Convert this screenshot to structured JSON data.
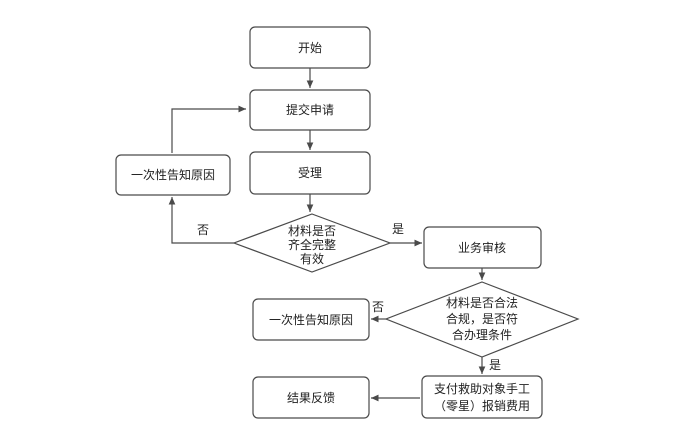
{
  "nodes": {
    "start": "开始",
    "submit": "提交申请",
    "accept": "受理",
    "notify_1": "一次性告知原因",
    "check_complete": [
      "材料是否",
      "齐全完整",
      "有效"
    ],
    "review": "业务审核",
    "check_legal": [
      "材料是否合法",
      "合规，是否符",
      "合办理条件"
    ],
    "notify_2": "一次性告知原因",
    "pay": [
      "支付救助对象手工",
      "（零星）报销费用"
    ],
    "feedback": "结果反馈"
  },
  "edges": {
    "complete_no": "否",
    "complete_yes": "是",
    "legal_no": "否",
    "legal_yes": "是"
  }
}
